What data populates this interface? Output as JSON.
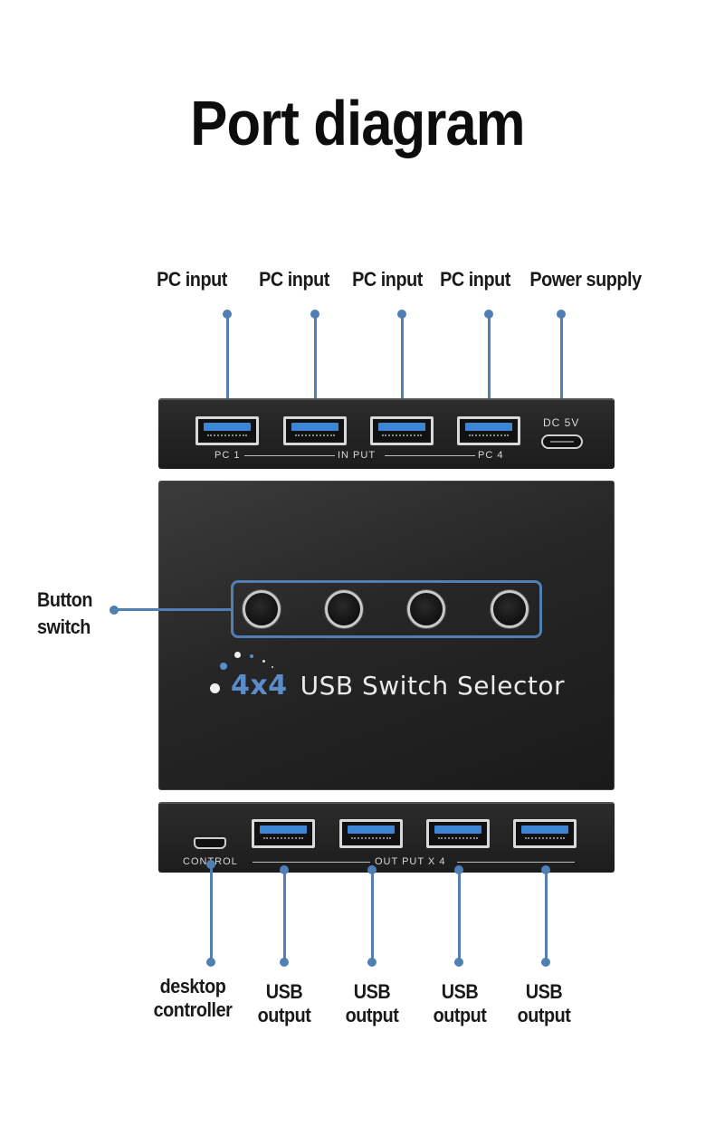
{
  "title": "Port diagram",
  "top_labels": [
    "PC input",
    "PC input",
    "PC input",
    "PC input",
    "Power supply"
  ],
  "side_label": {
    "line1": "Button",
    "line2": "switch"
  },
  "top_panel": {
    "pc1": "PC 1",
    "input": "IN PUT",
    "pc4": "PC 4",
    "power": "DC 5V"
  },
  "product": {
    "model": "4x4",
    "name": "USB  Switch  Selector"
  },
  "bottom_panel": {
    "control": "CONTROL",
    "output": "OUT PUT X 4"
  },
  "bottom_labels": [
    {
      "line1": "desktop",
      "line2": "controller"
    },
    {
      "line1": "USB",
      "line2": "output"
    },
    {
      "line1": "USB",
      "line2": "output"
    },
    {
      "line1": "USB",
      "line2": "output"
    },
    {
      "line1": "USB",
      "line2": "output"
    }
  ],
  "colors": {
    "accent": "#4f7fb3",
    "usb_blue": "#3d86d6",
    "device": "#222222"
  }
}
